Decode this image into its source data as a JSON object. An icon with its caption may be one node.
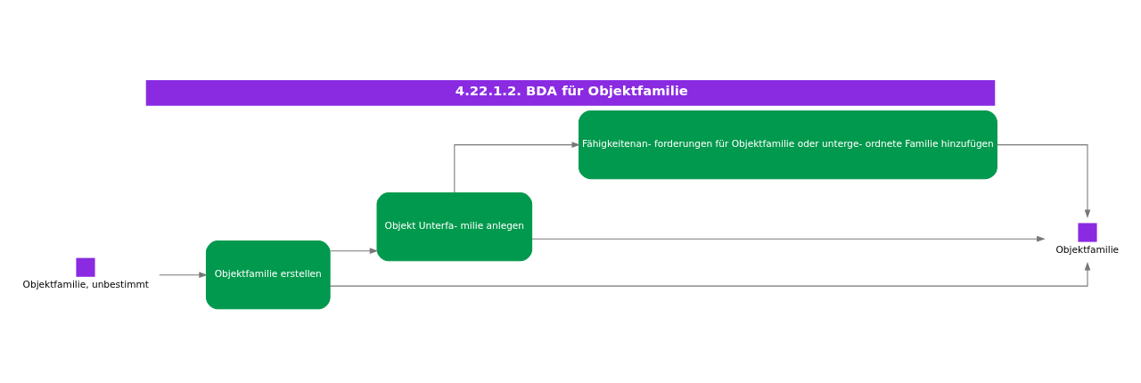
{
  "diagram": {
    "title": "4.22.1.2. BDA für Objektfamilie",
    "nodes": [
      {
        "text": [
          "Objektfamilie, unbestimmt"
        ]
      },
      {
        "text": [
          "Objektfamilie erstellen"
        ]
      },
      {
        "text": [
          "Objekt Unterfa- milie anlegen"
        ]
      },
      {
        "text": [
          "Fähigkeitenan- forderungen für Objektfamilie oder unterge- ordnete Familie hinzufügen"
        ]
      },
      {
        "text": [
          "Objektfamilie"
        ]
      }
    ],
    "edges": [
      {
        "from": 0,
        "to": 1,
        "arrow": "to"
      },
      {
        "from": 1,
        "to": 4,
        "arrow": "to"
      },
      {
        "from": 1,
        "to": 2,
        "arrow": "to"
      },
      {
        "from": 2,
        "to": 4,
        "arrow": "to"
      },
      {
        "from": 2,
        "to": 3,
        "arrow": "to"
      },
      {
        "from": 3,
        "to": 4,
        "arrow": "to"
      }
    ]
  }
}
